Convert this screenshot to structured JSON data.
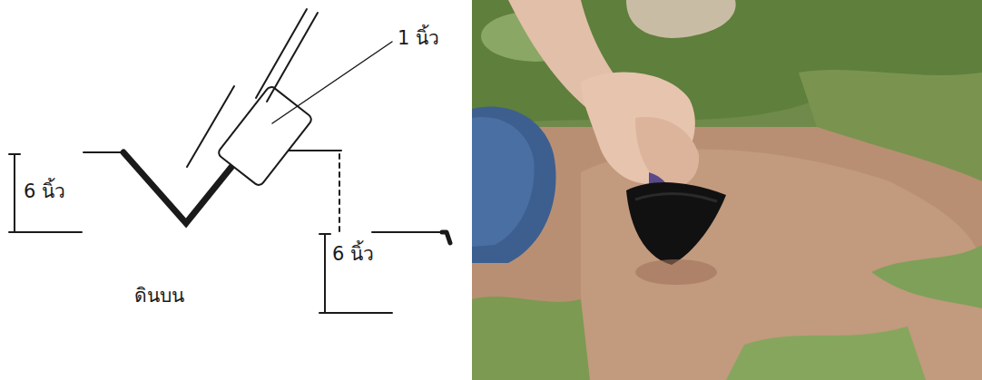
{
  "diagram": {
    "labels": [
      "1 นิ้ว",
      "6 นิ้ว",
      "6 นิ้ว",
      "ดินบน"
    ]
  }
}
